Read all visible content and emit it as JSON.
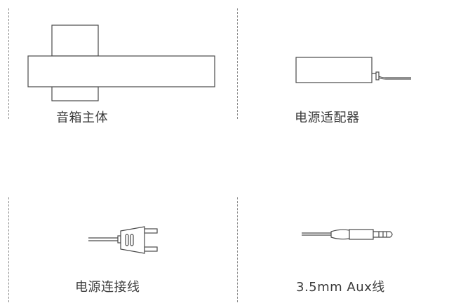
{
  "items": [
    {
      "label": "音箱主体",
      "icon": "speaker-body"
    },
    {
      "label": "电源适配器",
      "icon": "power-adapter"
    },
    {
      "label": "电源连接线",
      "icon": "power-cord-plug"
    },
    {
      "label": "3.5mm Aux线",
      "icon": "aux-cable"
    }
  ],
  "colors": {
    "line": "#4a4a4a",
    "divider": "#8c8c8c",
    "text": "#3a3a3a"
  }
}
